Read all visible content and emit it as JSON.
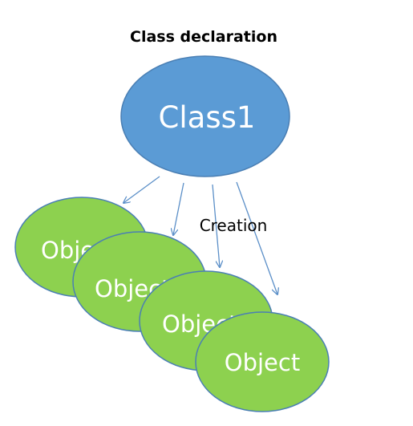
{
  "diagram": {
    "title": "Class declaration",
    "class_node": {
      "label": "Class1"
    },
    "edge_label": "Creation",
    "objects": [
      {
        "label": "Object"
      },
      {
        "label": "Object"
      },
      {
        "label": "Object"
      },
      {
        "label": "Object"
      }
    ]
  },
  "colors": {
    "class_fill": "#5b9bd5",
    "object_fill": "#8dd14f",
    "outline": "#4a7fb4",
    "arrow": "#5b8fc8"
  }
}
